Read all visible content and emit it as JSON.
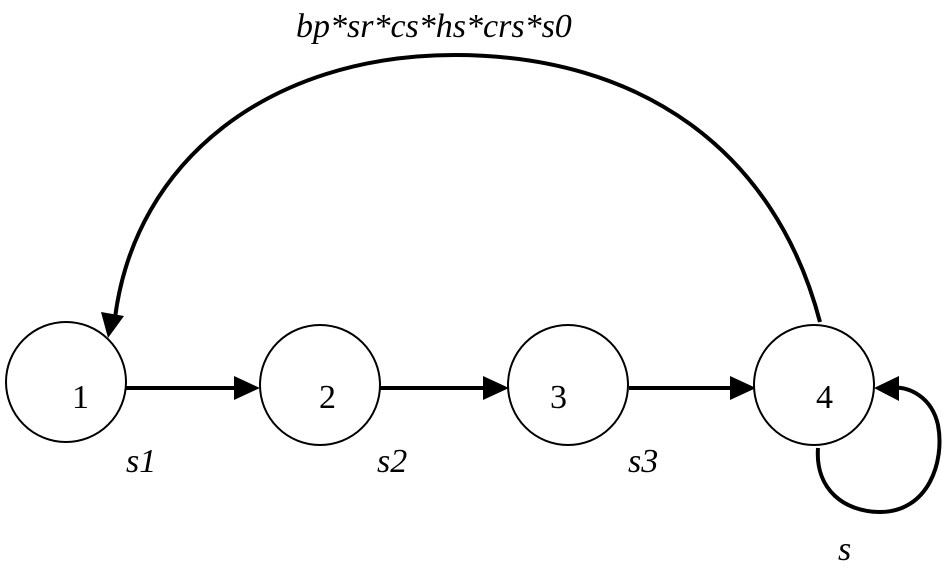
{
  "states": [
    {
      "id": "1",
      "label": "1"
    },
    {
      "id": "2",
      "label": "2"
    },
    {
      "id": "3",
      "label": "3"
    },
    {
      "id": "4",
      "label": "4"
    }
  ],
  "transitions": [
    {
      "from": "1",
      "to": "2",
      "label": "s1"
    },
    {
      "from": "2",
      "to": "3",
      "label": "s2"
    },
    {
      "from": "3",
      "to": "4",
      "label": "s3"
    },
    {
      "from": "4",
      "to": "4",
      "label": "s"
    },
    {
      "from": "4",
      "to": "1",
      "label": "bp*sr*cs*hs*crs*s0"
    }
  ]
}
